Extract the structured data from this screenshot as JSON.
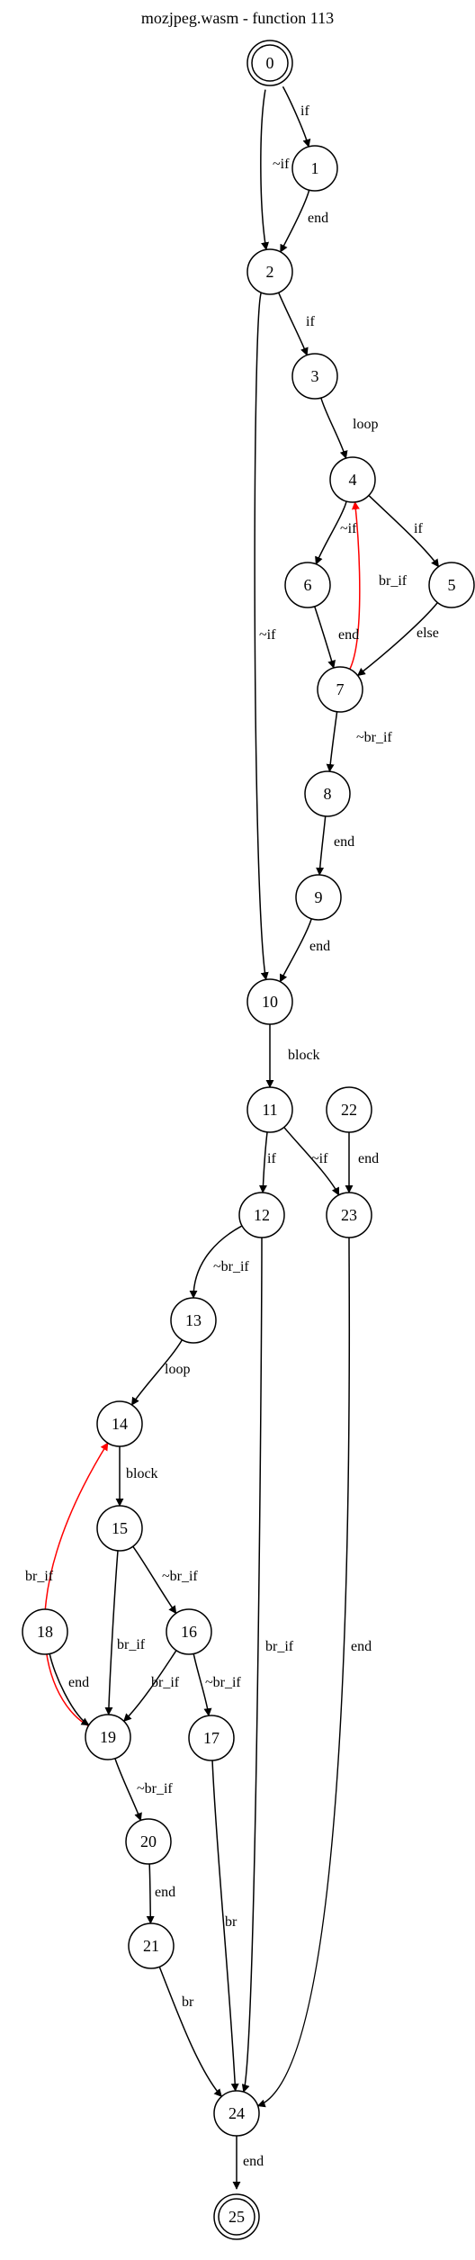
{
  "title": "mozjpeg.wasm - function 113",
  "colors": {
    "node_stroke": "#000000",
    "edge": "#000000",
    "back_edge": "#ff0000",
    "background": "#ffffff"
  },
  "nodes": [
    {
      "id": "0",
      "label": "0",
      "terminal": true
    },
    {
      "id": "1",
      "label": "1"
    },
    {
      "id": "2",
      "label": "2"
    },
    {
      "id": "3",
      "label": "3"
    },
    {
      "id": "4",
      "label": "4"
    },
    {
      "id": "5",
      "label": "5"
    },
    {
      "id": "6",
      "label": "6"
    },
    {
      "id": "7",
      "label": "7"
    },
    {
      "id": "8",
      "label": "8"
    },
    {
      "id": "9",
      "label": "9"
    },
    {
      "id": "10",
      "label": "10"
    },
    {
      "id": "11",
      "label": "11"
    },
    {
      "id": "12",
      "label": "12"
    },
    {
      "id": "13",
      "label": "13"
    },
    {
      "id": "14",
      "label": "14"
    },
    {
      "id": "15",
      "label": "15"
    },
    {
      "id": "16",
      "label": "16"
    },
    {
      "id": "17",
      "label": "17"
    },
    {
      "id": "18",
      "label": "18"
    },
    {
      "id": "19",
      "label": "19"
    },
    {
      "id": "20",
      "label": "20"
    },
    {
      "id": "21",
      "label": "21"
    },
    {
      "id": "22",
      "label": "22"
    },
    {
      "id": "23",
      "label": "23"
    },
    {
      "id": "24",
      "label": "24"
    },
    {
      "id": "25",
      "label": "25",
      "terminal": true
    }
  ],
  "edges": [
    {
      "from": "0",
      "to": "1",
      "label": "if",
      "back": false
    },
    {
      "from": "0",
      "to": "2",
      "label": "~if",
      "back": false
    },
    {
      "from": "1",
      "to": "2",
      "label": "end",
      "back": false
    },
    {
      "from": "2",
      "to": "3",
      "label": "if",
      "back": false
    },
    {
      "from": "2",
      "to": "10",
      "label": "~if",
      "back": false
    },
    {
      "from": "3",
      "to": "4",
      "label": "loop",
      "back": false
    },
    {
      "from": "4",
      "to": "6",
      "label": "~if",
      "back": false
    },
    {
      "from": "4",
      "to": "5",
      "label": "if",
      "back": false
    },
    {
      "from": "7",
      "to": "4",
      "label": "br_if",
      "back": true
    },
    {
      "from": "6",
      "to": "7",
      "label": "end",
      "back": false
    },
    {
      "from": "5",
      "to": "7",
      "label": "else",
      "back": false
    },
    {
      "from": "7",
      "to": "8",
      "label": "~br_if",
      "back": false
    },
    {
      "from": "8",
      "to": "9",
      "label": "end",
      "back": false
    },
    {
      "from": "9",
      "to": "10",
      "label": "end",
      "back": false
    },
    {
      "from": "10",
      "to": "11",
      "label": "block",
      "back": false
    },
    {
      "from": "11",
      "to": "12",
      "label": "if",
      "back": false
    },
    {
      "from": "11",
      "to": "23",
      "label": "~if",
      "back": false
    },
    {
      "from": "22",
      "to": "23",
      "label": "end",
      "back": false
    },
    {
      "from": "12",
      "to": "13",
      "label": "~br_if",
      "back": false
    },
    {
      "from": "12",
      "to": "24",
      "label": "br_if",
      "back": false
    },
    {
      "from": "23",
      "to": "24",
      "label": "end",
      "back": false
    },
    {
      "from": "13",
      "to": "14",
      "label": "loop",
      "back": false
    },
    {
      "from": "14",
      "to": "15",
      "label": "block",
      "back": false
    },
    {
      "from": "15",
      "to": "16",
      "label": "~br_if",
      "back": false
    },
    {
      "from": "15",
      "to": "19",
      "label": "br_if",
      "back": false
    },
    {
      "from": "19",
      "to": "14",
      "label": "br_if",
      "back": true
    },
    {
      "from": "18",
      "to": "19",
      "label": "end",
      "back": false
    },
    {
      "from": "16",
      "to": "19",
      "label": "br_if",
      "back": false
    },
    {
      "from": "16",
      "to": "17",
      "label": "~br_if",
      "back": false
    },
    {
      "from": "19",
      "to": "20",
      "label": "~br_if",
      "back": false
    },
    {
      "from": "17",
      "to": "24",
      "label": "br",
      "back": false
    },
    {
      "from": "20",
      "to": "21",
      "label": "end",
      "back": false
    },
    {
      "from": "21",
      "to": "24",
      "label": "br",
      "back": false
    },
    {
      "from": "24",
      "to": "25",
      "label": "end",
      "back": false
    }
  ]
}
